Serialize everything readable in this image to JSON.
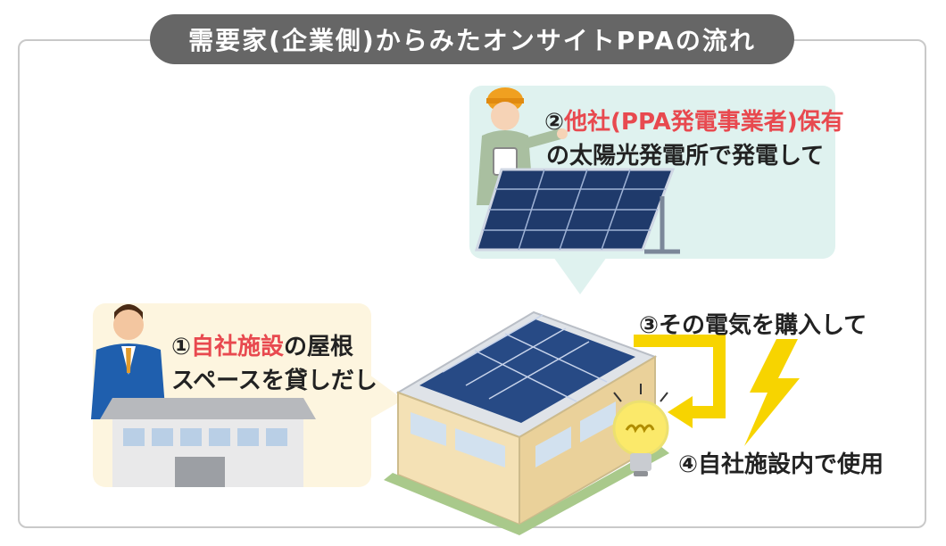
{
  "title": "需要家(企業側)からみたオンサイトPPAの流れ",
  "steps": {
    "step1": {
      "prefix": "①",
      "highlight": "自社施設",
      "rest": "の屋根",
      "line2": "スペースを貸しだし"
    },
    "step2": {
      "prefix": "②",
      "highlight": "他社(PPA発電事業者)保有",
      "line2": "の太陽光発電所で発電して"
    },
    "step3": {
      "text": "③その電気を購入して"
    },
    "step4": {
      "text": "④自社施設内で使用"
    }
  },
  "colors": {
    "title_bg": "#666666",
    "highlight": "#e8494f",
    "arrow": "#f7d400",
    "bubble_top": "#dff2ef",
    "bubble_left": "#fdf5df"
  },
  "icons": [
    "worker-icon",
    "solar-panel-icon",
    "businessman-icon",
    "factory-icon",
    "solar-building-icon",
    "lightbulb-icon",
    "lightning-icon",
    "flow-arrow-icon"
  ]
}
